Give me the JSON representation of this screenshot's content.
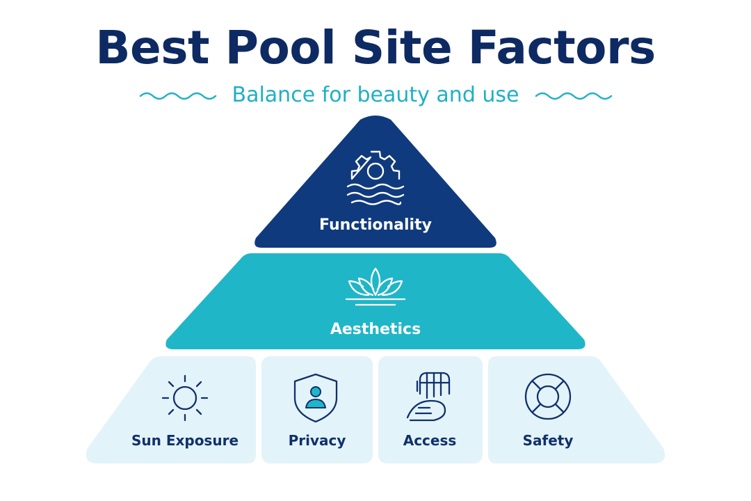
{
  "header": {
    "title": "Best Pool Site Factors",
    "subtitle": "Balance for beauty and use"
  },
  "pyramid": {
    "top": {
      "label": "Functionality",
      "icon": "gear-water-icon",
      "color": "#0f3a7d"
    },
    "middle": {
      "label": "Aesthetics",
      "icon": "lotus-icon",
      "color": "#1fb6c8"
    },
    "base": [
      {
        "label": "Sun Exposure",
        "icon": "sun-icon"
      },
      {
        "label": "Privacy",
        "icon": "shield-person-icon"
      },
      {
        "label": "Access",
        "icon": "pool-ladder-icon"
      },
      {
        "label": "Safety",
        "icon": "life-ring-icon"
      }
    ],
    "base_color": "#e3f3fa",
    "text_dark": "#10306b"
  }
}
